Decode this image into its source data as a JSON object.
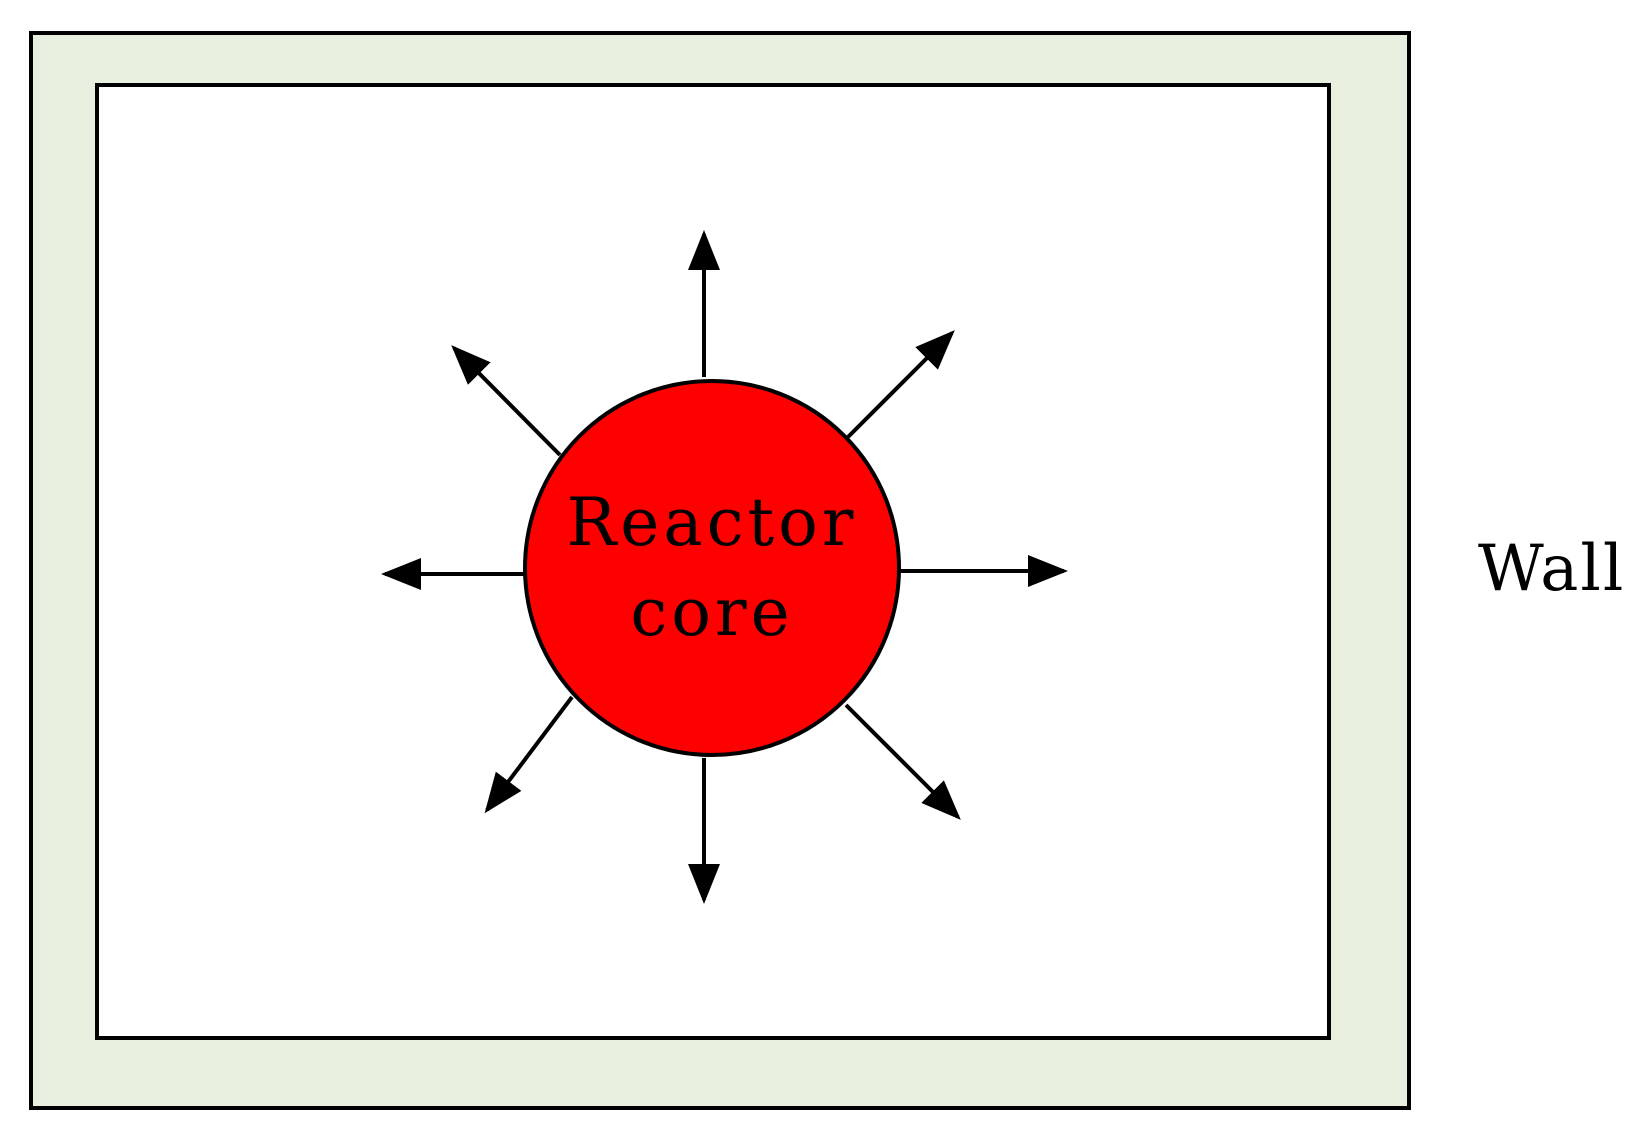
{
  "diagram": {
    "core_label_line1": "Reactor",
    "core_label_line2": "core",
    "wall_label": "Wall"
  },
  "colors": {
    "wall_fill": "#e8efdf",
    "core_fill": "#ff0000",
    "stroke": "#000000",
    "inner_fill": "#ffffff"
  }
}
